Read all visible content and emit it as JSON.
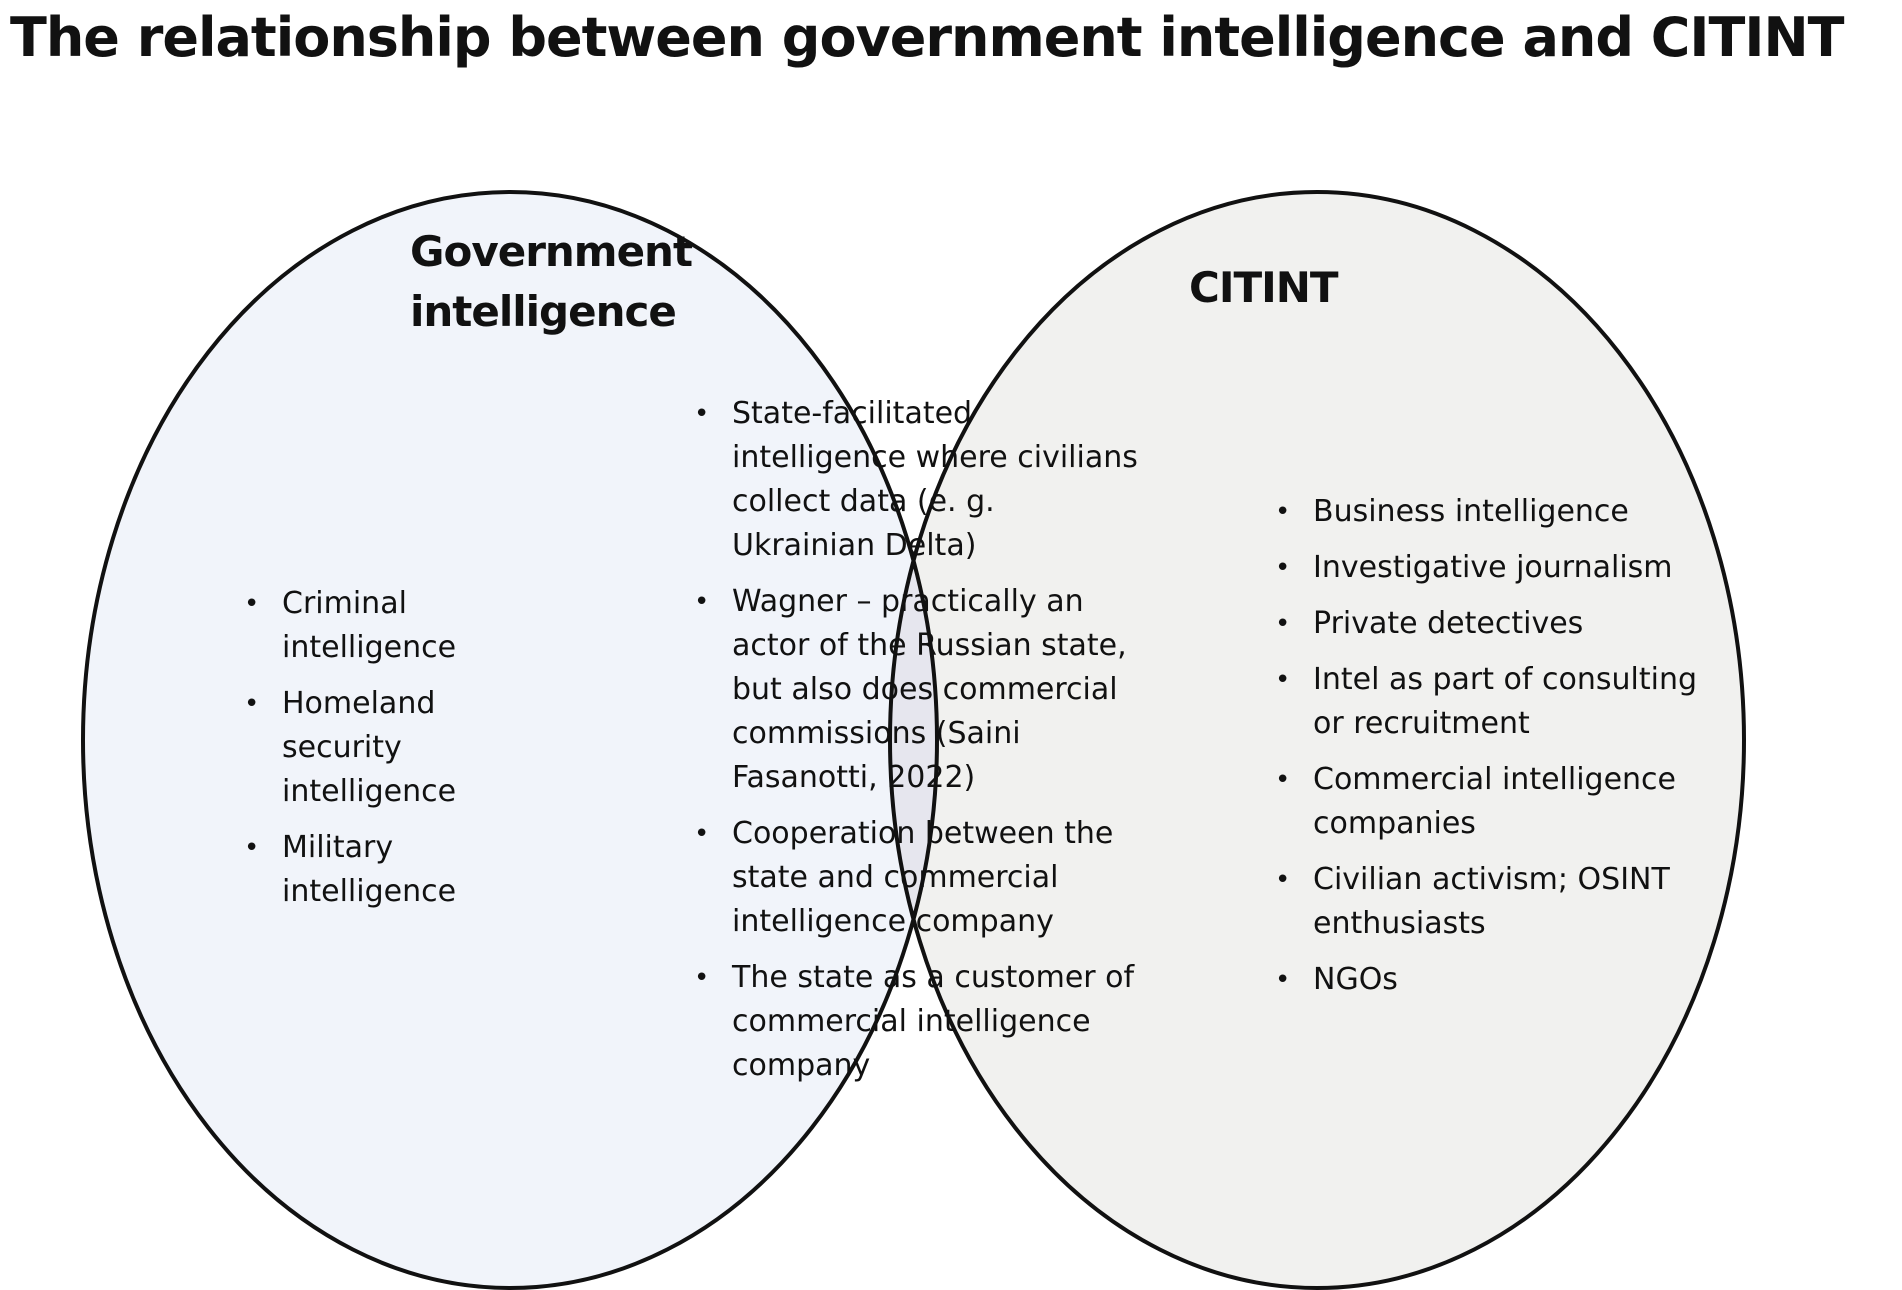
{
  "title": "The relationship between government intelligence and CITINT",
  "colors": {
    "government_fill": "#f1f4fa",
    "citint_fill": "#f1f1ef",
    "overlap_fill": "#e6e6ee",
    "outline": "#111111"
  },
  "sets": {
    "government": {
      "label_line1": "Government",
      "label_line2": "intelligence",
      "items": [
        "Criminal intelligence",
        "Homeland security intelligence",
        "Military intelligence"
      ]
    },
    "citint": {
      "label": "CITINT",
      "items": [
        "Business intelligence",
        "Investigative journalism",
        "Private detectives",
        "Intel as part of consulting or recruitment",
        "Commercial intelligence companies",
        "Civilian activism; OSINT enthusiasts",
        "NGOs"
      ]
    },
    "overlap": {
      "items": [
        "State-facilitated intelligence where civilians collect data (e. g. Ukrainian Delta)",
        "Wagner – practically an actor of the Russian state, but also does commercial commissions (Saini Fasanotti, 2022)",
        "Cooperation between the state and commercial intelligence company",
        "The state as a customer of commercial intelligence company"
      ]
    }
  }
}
